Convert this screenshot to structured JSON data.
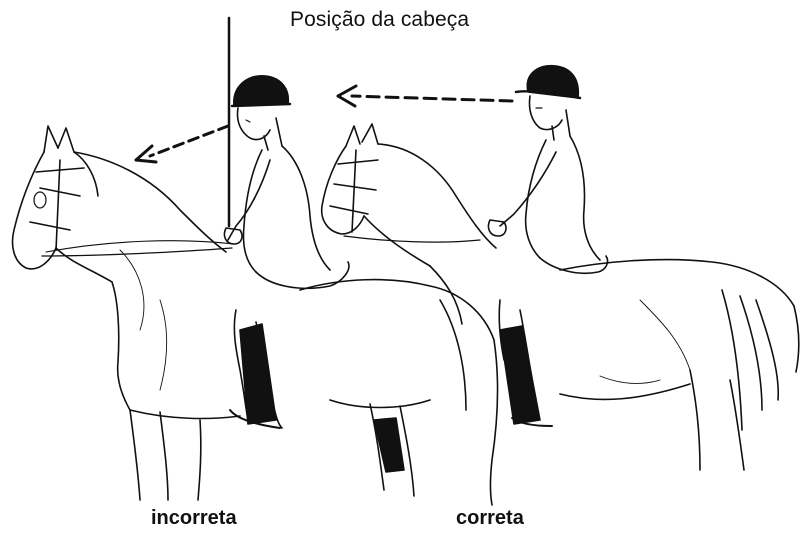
{
  "figure": {
    "title": "Posição da cabeça",
    "captions": {
      "left": "incorreta",
      "right": "correta"
    }
  },
  "colors": {
    "ink": "#111111",
    "background": "#ffffff"
  },
  "icons": {
    "left_figure": "rider-on-horse-head-down",
    "right_figure": "rider-on-horse-head-up"
  }
}
